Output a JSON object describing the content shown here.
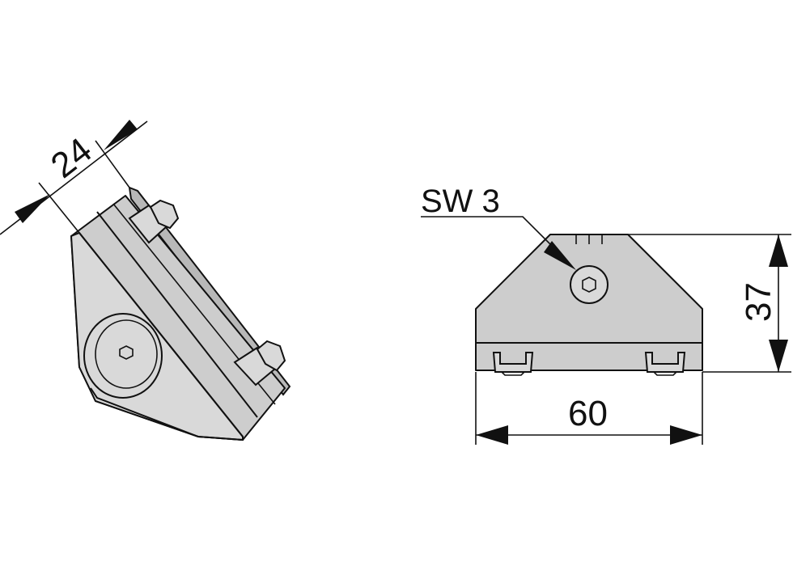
{
  "dimensions": {
    "thickness": "24",
    "height": "37",
    "width": "60"
  },
  "callout": {
    "label": "SW 3"
  },
  "colors": {
    "part_fill": "#cdcdcd",
    "outline": "#111111"
  }
}
